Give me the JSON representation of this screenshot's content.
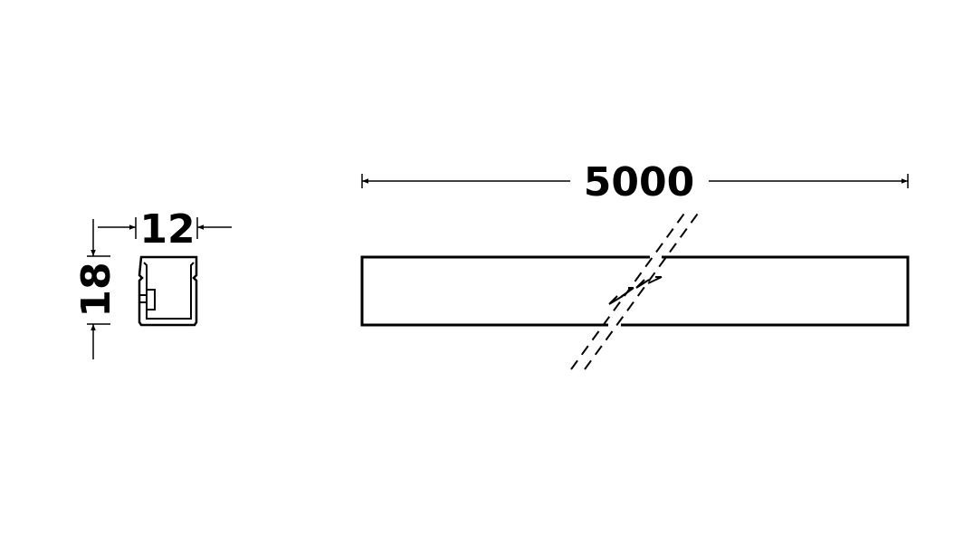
{
  "dimensions": {
    "length": "5000",
    "width": "12",
    "height": "18"
  },
  "colors": {
    "stroke": "#000000",
    "background": "#ffffff"
  }
}
